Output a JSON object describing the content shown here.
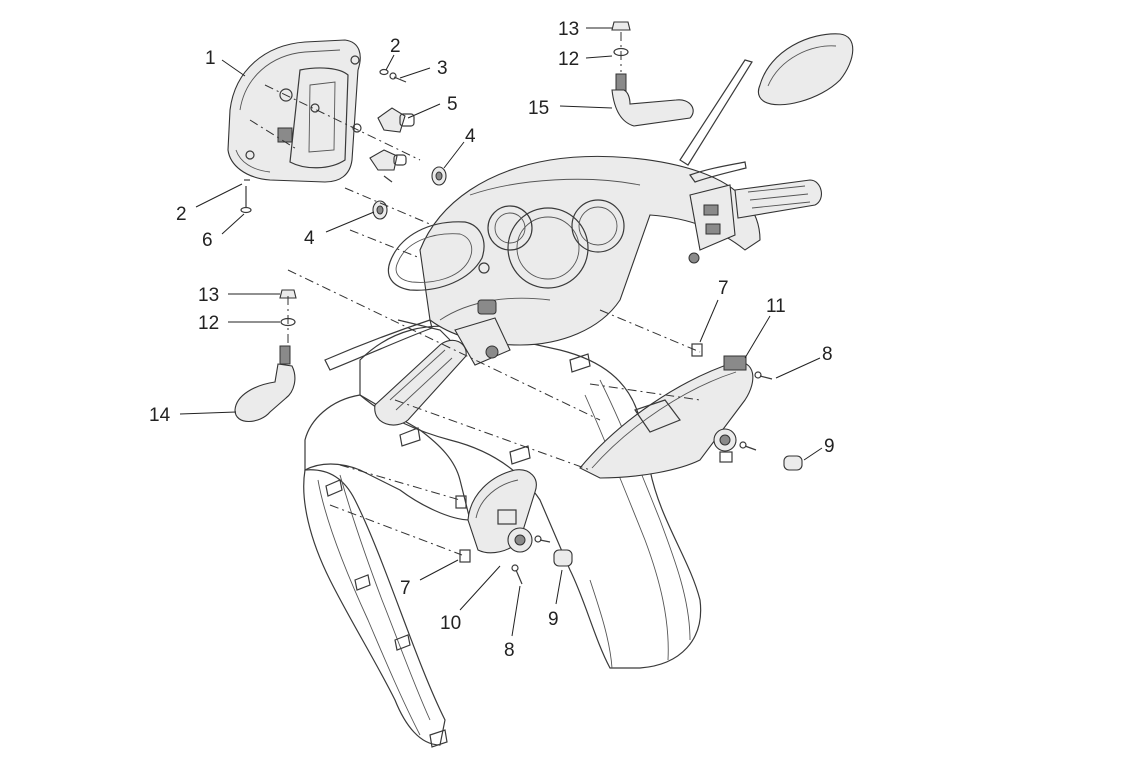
{
  "diagram": {
    "callouts": [
      {
        "id": "c1",
        "text": "1"
      },
      {
        "id": "c2a",
        "text": "2"
      },
      {
        "id": "c3",
        "text": "3"
      },
      {
        "id": "c5",
        "text": "5"
      },
      {
        "id": "c4a",
        "text": "4"
      },
      {
        "id": "c2b",
        "text": "2"
      },
      {
        "id": "c6",
        "text": "6"
      },
      {
        "id": "c4b",
        "text": "4"
      },
      {
        "id": "c13a",
        "text": "13"
      },
      {
        "id": "c12a",
        "text": "12"
      },
      {
        "id": "c15",
        "text": "15"
      },
      {
        "id": "c13b",
        "text": "13"
      },
      {
        "id": "c12b",
        "text": "12"
      },
      {
        "id": "c14",
        "text": "14"
      },
      {
        "id": "c7a",
        "text": "7"
      },
      {
        "id": "c11",
        "text": "11"
      },
      {
        "id": "c8a",
        "text": "8"
      },
      {
        "id": "c9a",
        "text": "9"
      },
      {
        "id": "c7b",
        "text": "7"
      },
      {
        "id": "c10",
        "text": "10"
      },
      {
        "id": "c9b",
        "text": "9"
      },
      {
        "id": "c8b",
        "text": "8"
      }
    ]
  }
}
